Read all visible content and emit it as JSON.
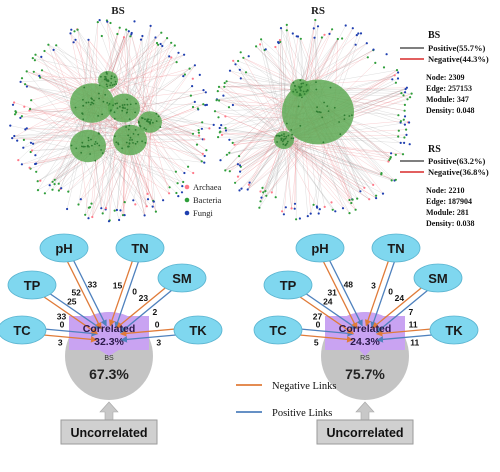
{
  "colors": {
    "archaea": "#ff7a8a",
    "bacteria": "#2e9e3a",
    "fungi": "#1f3fb0",
    "edge_gray": "#9a9a9a",
    "edge_red": "#e86a72",
    "module_green": "#5eaa55",
    "positive_line": "#4f81bd",
    "negative_line": "#e07b39",
    "env_fill": "#7fd7ef",
    "correlated_fill": "#c9a3f2",
    "uncorrelated_fill": "#c4c4c4",
    "arrow_fill": "#c8c8c8"
  },
  "networks": {
    "bs": {
      "title": "BS",
      "legend": {
        "archaea": "Archaea",
        "bacteria": "Bacteria",
        "fungi": "Fungi"
      }
    },
    "rs": {
      "title": "RS"
    }
  },
  "stats": {
    "bs": {
      "title": "BS",
      "positive": "Positive(55.7%)",
      "negative": "Negative(44.3%)",
      "node": "Node: 2309",
      "edge": "Edge: 257153",
      "module": "Module: 347",
      "density": "Density: 0.048"
    },
    "rs": {
      "title": "RS",
      "positive": "Positive(63.2%)",
      "negative": "Negative(36.8%)",
      "node": "Node: 2210",
      "edge": "Edge: 187904",
      "module": "Module: 281",
      "density": "Density: 0.038"
    }
  },
  "env": {
    "factors": [
      "TC",
      "TP",
      "pH",
      "TN",
      "SM",
      "TK"
    ],
    "bs": {
      "site": "BS",
      "correlated_label": "Correlated",
      "correlated_pct": "32.3%",
      "uncorrelated_pct": "67.3%",
      "uncorrelated_label": "Uncorrelated",
      "correlated_fraction": 0.323,
      "links": {
        "TC": {
          "negative": "3",
          "positive": "0"
        },
        "TP": {
          "negative": "33",
          "positive": "25"
        },
        "pH": {
          "negative": "52",
          "positive": "33"
        },
        "TN": {
          "negative": "15",
          "positive": "0"
        },
        "SM": {
          "negative": "23",
          "positive": "2"
        },
        "TK": {
          "negative": "0",
          "positive": "3"
        }
      }
    },
    "rs": {
      "site": "RS",
      "correlated_label": "Correlated",
      "correlated_pct": "24.3%",
      "uncorrelated_pct": "75.7%",
      "uncorrelated_label": "Uncorrelated",
      "correlated_fraction": 0.243,
      "links": {
        "TC": {
          "negative": "5",
          "positive": "0"
        },
        "TP": {
          "negative": "27",
          "positive": "24"
        },
        "pH": {
          "negative": "31",
          "positive": "48"
        },
        "TN": {
          "negative": "3",
          "positive": "0"
        },
        "SM": {
          "negative": "24",
          "positive": "7"
        },
        "TK": {
          "negative": "11",
          "positive": "11"
        }
      }
    }
  },
  "link_legend": {
    "negative": "Negative  Links",
    "positive": "Positive  Links"
  }
}
